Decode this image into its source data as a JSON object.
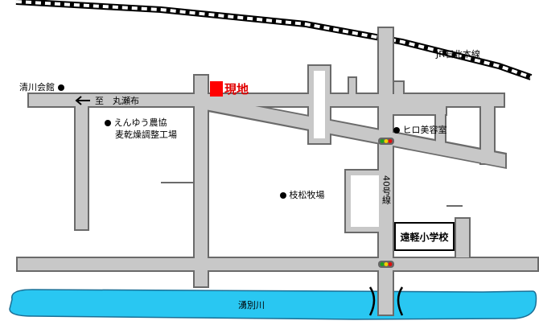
{
  "map": {
    "railway_label": "JR石北本線",
    "river_label": "湧別川",
    "site_label": "現地",
    "direction_label": "至　丸瀬布",
    "route_label": "40号線",
    "school_label": "遠軽小学校",
    "landmarks": {
      "seisen_hall": "清川会館",
      "enyu_farm": "えんゆう農協",
      "enyu_farm_line2": "麦乾燥調整工場",
      "edamatsu_ranch": "枝松牧場",
      "hiro_salon": "ヒロ美容室"
    },
    "colors": {
      "road": "#c8c8c8",
      "road_outline": "#6a6a6a",
      "river": "#29c7f2",
      "site_marker": "#ff0000",
      "signal_red": "#e01010",
      "signal_yellow": "#f0d000",
      "signal_green": "#20a020"
    }
  }
}
